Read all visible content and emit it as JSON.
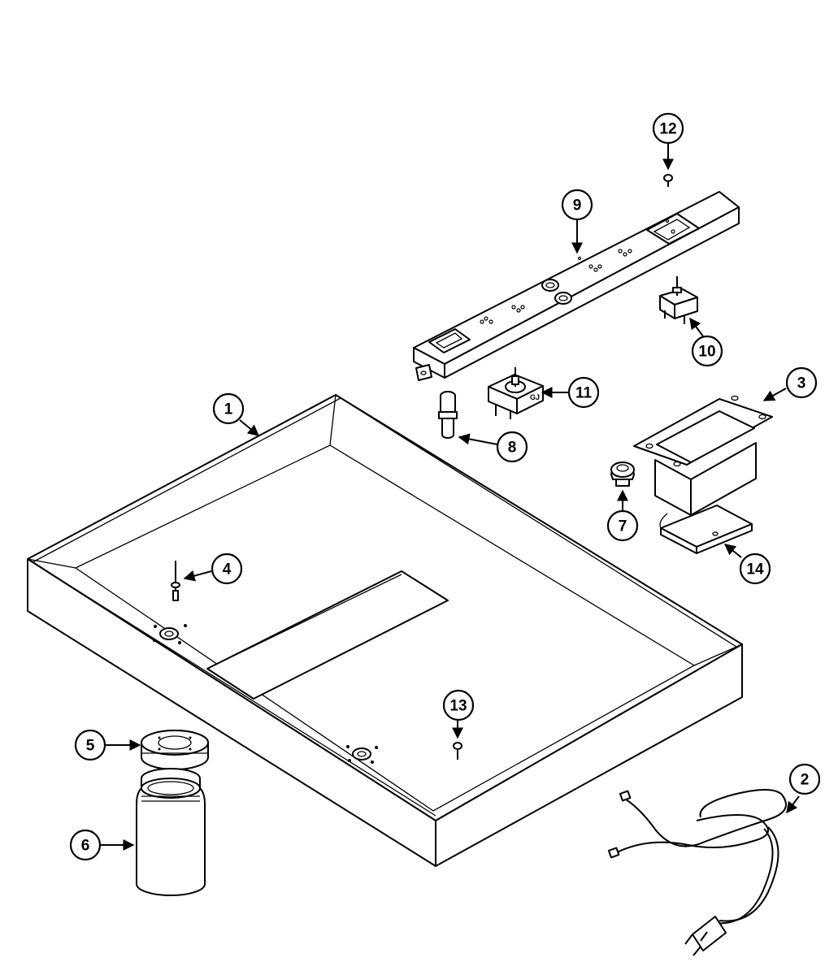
{
  "diagram": {
    "callouts": [
      {
        "id": "1",
        "label": "1"
      },
      {
        "id": "2",
        "label": "2"
      },
      {
        "id": "3",
        "label": "3"
      },
      {
        "id": "4",
        "label": "4"
      },
      {
        "id": "5",
        "label": "5"
      },
      {
        "id": "6",
        "label": "6"
      },
      {
        "id": "7",
        "label": "7"
      },
      {
        "id": "8",
        "label": "8"
      },
      {
        "id": "9",
        "label": "9"
      },
      {
        "id": "10",
        "label": "10"
      },
      {
        "id": "11",
        "label": "11"
      },
      {
        "id": "12",
        "label": "12"
      },
      {
        "id": "13",
        "label": "13"
      },
      {
        "id": "14",
        "label": "14"
      }
    ],
    "part_label_11": "GJ"
  }
}
